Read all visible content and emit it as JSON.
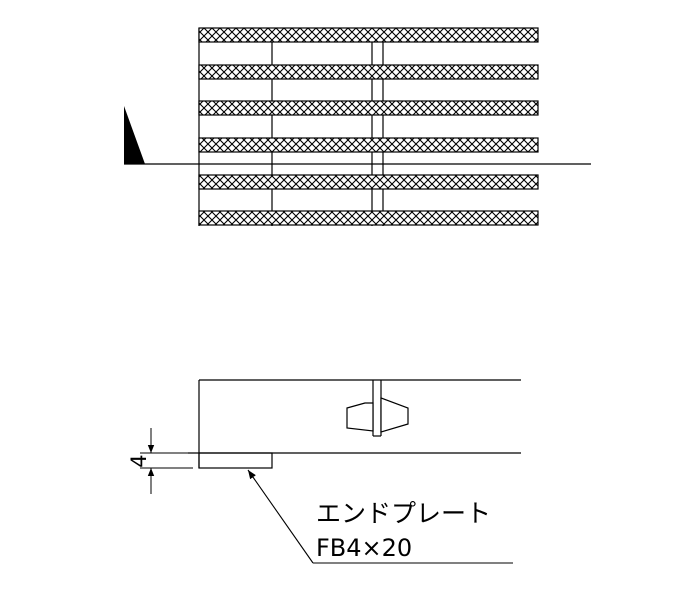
{
  "diagram": {
    "dimension_value": "4",
    "callout": {
      "name": "エンドプレート",
      "spec": "FB4×20"
    },
    "colors": {
      "line": "#000000",
      "background": "#ffffff"
    }
  }
}
